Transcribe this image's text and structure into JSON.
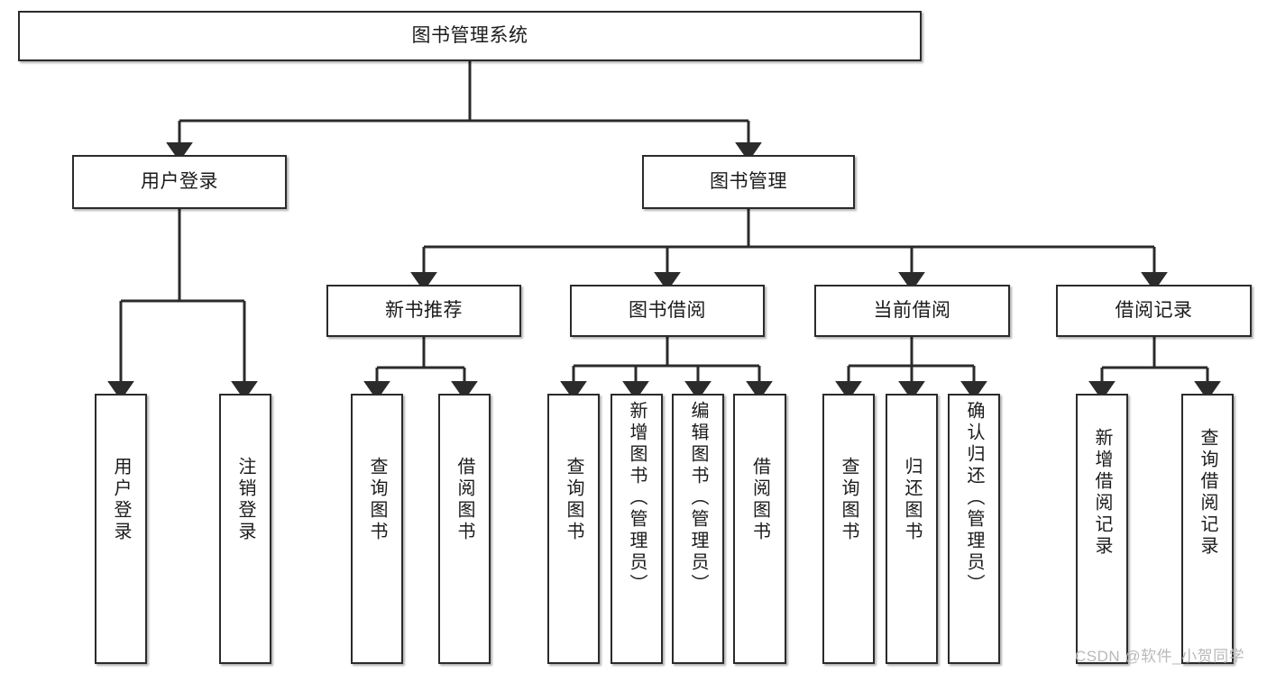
{
  "diagram": {
    "type": "tree-hierarchy-chart",
    "title": "图书管理系统",
    "watermark": "CSDN @软件_小贺同学",
    "colors": {
      "box_border": "#2b2b2b",
      "box_fill": "#ffffff",
      "connector": "#2b2b2b",
      "text": "#1b1b1b",
      "watermark": "#b9b9b9",
      "background": "#ffffff"
    },
    "nodes": {
      "root": {
        "label": "图书管理系统",
        "level": 1,
        "orientation": "horizontal"
      },
      "user_login": {
        "label": "用户登录",
        "level": 2,
        "orientation": "horizontal"
      },
      "book_manage": {
        "label": "图书管理",
        "level": 2,
        "orientation": "horizontal"
      },
      "new_book_rec": {
        "label": "新书推荐",
        "level": 3,
        "orientation": "horizontal"
      },
      "book_borrow": {
        "label": "图书借阅",
        "level": 3,
        "orientation": "horizontal"
      },
      "current_borrow": {
        "label": "当前借阅",
        "level": 3,
        "orientation": "horizontal"
      },
      "borrow_record": {
        "label": "借阅记录",
        "level": 3,
        "orientation": "horizontal"
      },
      "leaf_user_login": {
        "label": "用户登录",
        "level": 4,
        "orientation": "vertical"
      },
      "leaf_user_logout": {
        "label": "注销登录",
        "level": 4,
        "orientation": "vertical"
      },
      "leaf_rec_query": {
        "label": "查询图书",
        "level": 4,
        "orientation": "vertical"
      },
      "leaf_rec_borrow": {
        "label": "借阅图书",
        "level": 4,
        "orientation": "vertical"
      },
      "leaf_borrow_query": {
        "label": "查询图书",
        "level": 4,
        "orientation": "vertical"
      },
      "leaf_borrow_add": {
        "label": "新增图书（管理员）",
        "level": 4,
        "orientation": "vertical"
      },
      "leaf_borrow_edit": {
        "label": "编辑图书（管理员）",
        "level": 4,
        "orientation": "vertical"
      },
      "leaf_borrow_do": {
        "label": "借阅图书",
        "level": 4,
        "orientation": "vertical"
      },
      "leaf_cur_query": {
        "label": "查询图书",
        "level": 4,
        "orientation": "vertical"
      },
      "leaf_cur_return": {
        "label": "归还图书",
        "level": 4,
        "orientation": "vertical"
      },
      "leaf_cur_confirm": {
        "label": "确认归还（管理员）",
        "level": 4,
        "orientation": "vertical"
      },
      "leaf_rec_add": {
        "label": "新增借阅记录",
        "level": 4,
        "orientation": "vertical"
      },
      "leaf_rec_search": {
        "label": "查询借阅记录",
        "level": 4,
        "orientation": "vertical"
      }
    },
    "edges": [
      {
        "from": "root",
        "to": "user_login"
      },
      {
        "from": "root",
        "to": "book_manage"
      },
      {
        "from": "user_login",
        "to": "leaf_user_login"
      },
      {
        "from": "user_login",
        "to": "leaf_user_logout"
      },
      {
        "from": "book_manage",
        "to": "new_book_rec"
      },
      {
        "from": "book_manage",
        "to": "book_borrow"
      },
      {
        "from": "book_manage",
        "to": "current_borrow"
      },
      {
        "from": "book_manage",
        "to": "borrow_record"
      },
      {
        "from": "new_book_rec",
        "to": "leaf_rec_query"
      },
      {
        "from": "new_book_rec",
        "to": "leaf_rec_borrow"
      },
      {
        "from": "book_borrow",
        "to": "leaf_borrow_query"
      },
      {
        "from": "book_borrow",
        "to": "leaf_borrow_add"
      },
      {
        "from": "book_borrow",
        "to": "leaf_borrow_edit"
      },
      {
        "from": "book_borrow",
        "to": "leaf_borrow_do"
      },
      {
        "from": "current_borrow",
        "to": "leaf_cur_query"
      },
      {
        "from": "current_borrow",
        "to": "leaf_cur_return"
      },
      {
        "from": "current_borrow",
        "to": "leaf_cur_confirm"
      },
      {
        "from": "borrow_record",
        "to": "leaf_rec_add"
      },
      {
        "from": "borrow_record",
        "to": "leaf_rec_search"
      }
    ]
  }
}
